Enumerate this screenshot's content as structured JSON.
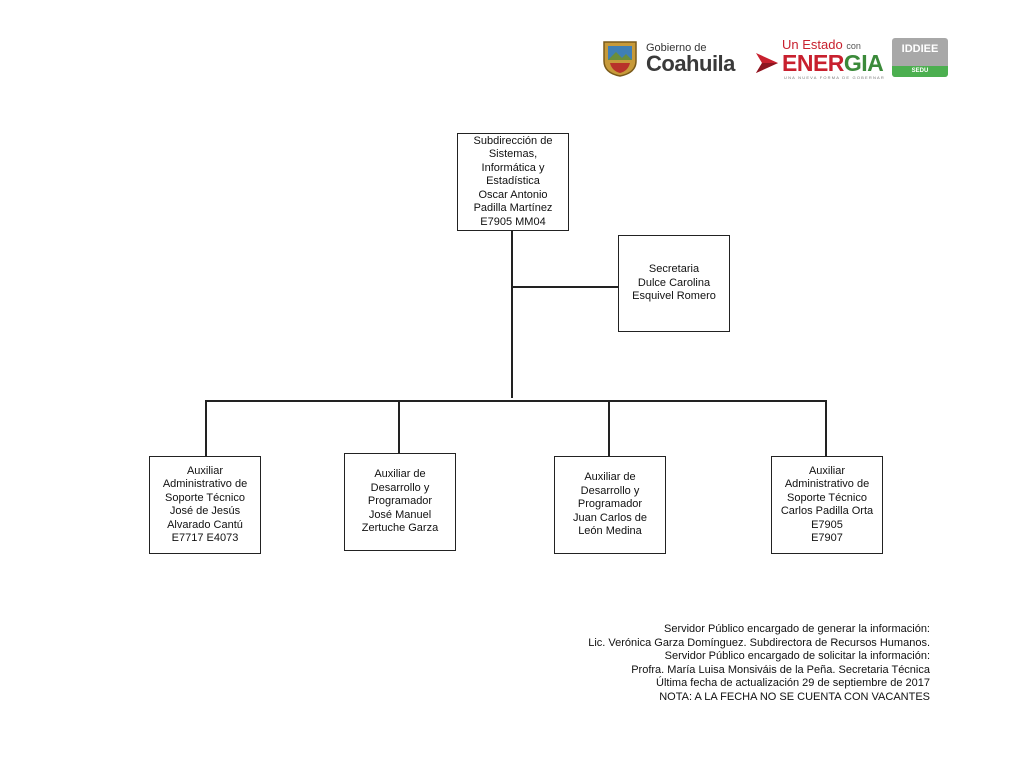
{
  "header": {
    "logo_coahuila": {
      "small": "Gobierno de",
      "big": "Coahuila"
    },
    "logo_energia": {
      "small": "Un Estado",
      "small_suffix": "con",
      "big_prefix": "ENER",
      "big_suffix": "GIA",
      "tagline": "UNA NUEVA FORMA DE GOBERNAR"
    },
    "logo_iddiee": {
      "title": "IDDIEE",
      "subtitle": "SEDU"
    }
  },
  "chart": {
    "head": {
      "lines": [
        "Subdirección de",
        "Sistemas,",
        "Informática y",
        "Estadística",
        " Oscar Antonio",
        "Padilla Martínez",
        "E7905  MM04"
      ]
    },
    "secretary": {
      "lines": [
        "Secretaria",
        "Dulce Carolina",
        "Esquivel Romero"
      ]
    },
    "subordinates": [
      {
        "lines": [
          "Auxiliar",
          "Administrativo de",
          "Soporte Técnico",
          "José de Jesús",
          "Alvarado Cantú",
          "E7717   E4073"
        ]
      },
      {
        "lines": [
          "Auxiliar  de",
          "Desarrollo y",
          "Programador",
          "José Manuel",
          "Zertuche Garza"
        ]
      },
      {
        "lines": [
          "Auxiliar  de",
          "Desarrollo y",
          "Programador",
          "Juan Carlos de",
          "León Medina"
        ]
      },
      {
        "lines": [
          "Auxiliar",
          "Administrativo de",
          "Soporte Técnico",
          "Carlos Padilla Orta",
          "E7905",
          "E7907"
        ]
      }
    ]
  },
  "footer": {
    "lines": [
      "Servidor Público encargado de generar la información:",
      "Lic. Verónica Garza Domínguez. Subdirectora de Recursos Humanos.",
      "Servidor Público encargado de solicitar la información:",
      "Profra. María Luisa Monsiváis de la Peña. Secretaria Técnica",
      "Última fecha de actualización 29 de septiembre de 2017",
      "NOTA: A LA FECHA NO SE CUENTA CON VACANTES"
    ]
  },
  "colors": {
    "line": "#222222",
    "brand_red": "#c8202e",
    "brand_green": "#3b8a3a",
    "iddiee_gray": "#a8a8a8"
  }
}
